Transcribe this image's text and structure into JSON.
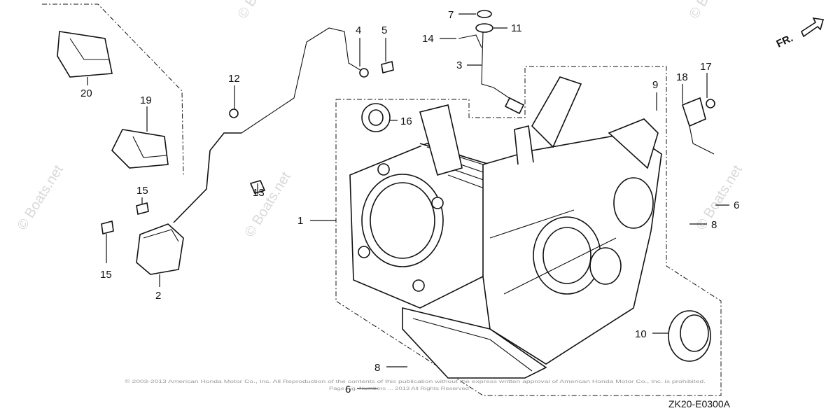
{
  "diagram": {
    "diagram_code": "ZK20-E0300A",
    "direction_label": "FR.",
    "watermark": "© Boats.net",
    "copyright_notice_line1": "© 2003-2013 American Honda Motor Co., Inc. All Reproduction of the contents of this publication without the express written approval of American Honda Motor Co., Inc. is prohibited.",
    "copyright_notice_line2": "Page Fig. Numbers ... 2013 All Rights Reserved",
    "callouts": [
      "1",
      "2",
      "3",
      "4",
      "5",
      "6",
      "6",
      "7",
      "8",
      "8",
      "9",
      "10",
      "11",
      "12",
      "13",
      "14",
      "15",
      "15",
      "16",
      "17",
      "18",
      "19",
      "20"
    ]
  }
}
